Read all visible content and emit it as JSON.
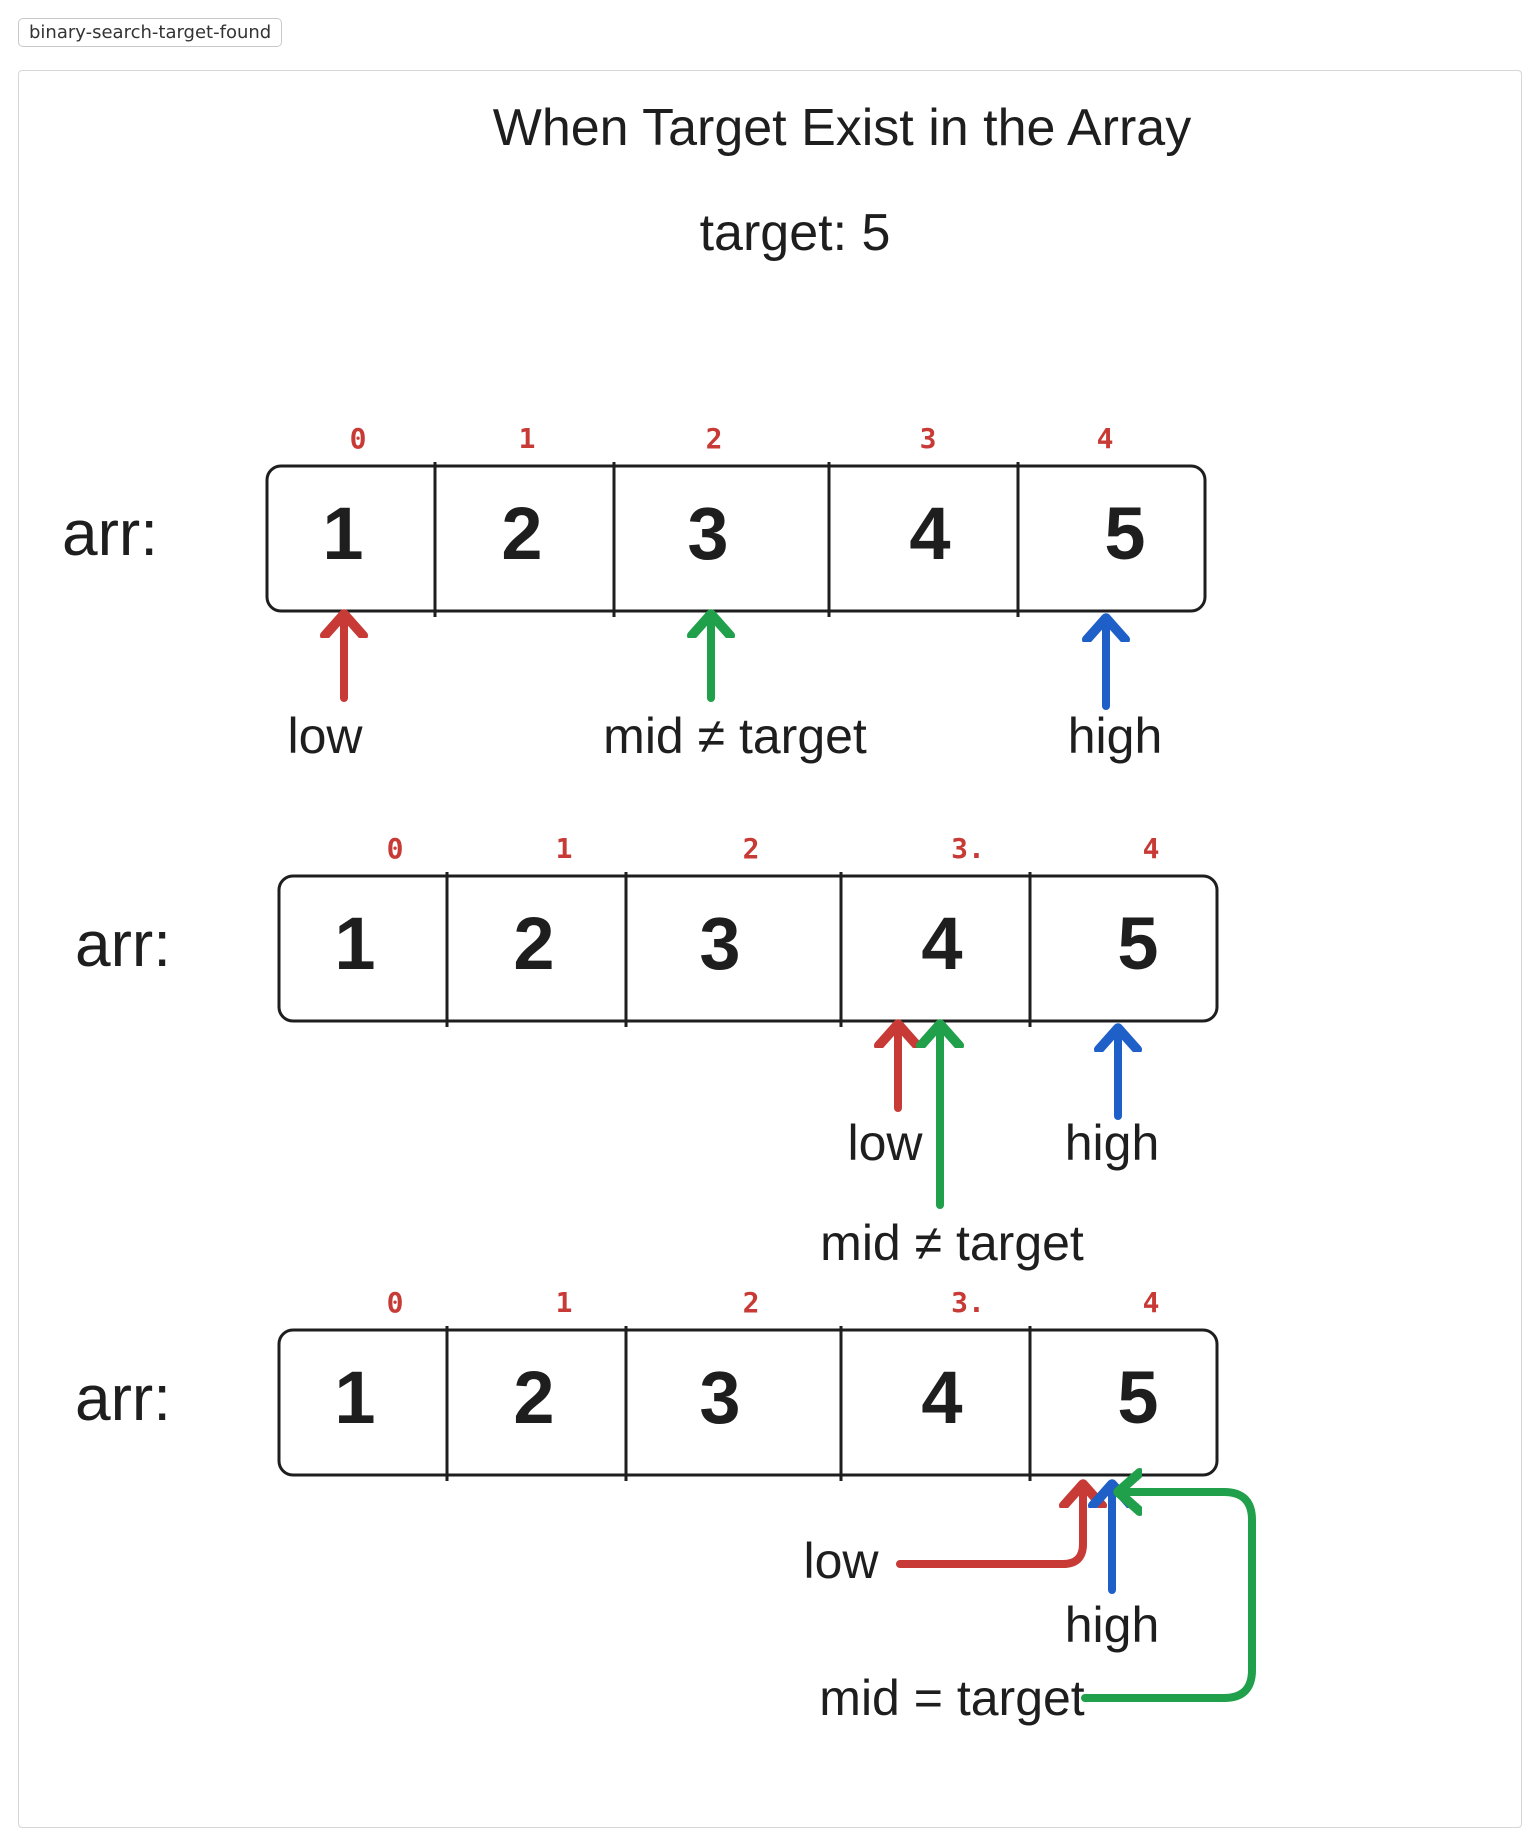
{
  "tab": {
    "label": "binary-search-target-found"
  },
  "title": "When Target Exist in the Array",
  "target_text": "target: 5",
  "colors": {
    "low": "#c73a35",
    "mid": "#20a04a",
    "high": "#1f5fc8",
    "index": "#c73a35",
    "ink": "#1e1e1e"
  },
  "rows": [
    {
      "arr_label": "arr:",
      "values": [
        "1",
        "2",
        "3",
        "4",
        "5"
      ],
      "indices": [
        "0",
        "1",
        "2",
        "3",
        "4"
      ],
      "labels": {
        "low": "low",
        "mid": "mid ≠ target",
        "high": "high"
      }
    },
    {
      "arr_label": "arr:",
      "values": [
        "1",
        "2",
        "3",
        "4",
        "5"
      ],
      "indices": [
        "0",
        "1",
        "2",
        "3.",
        "4"
      ],
      "labels": {
        "low": "low",
        "mid": "mid ≠ target",
        "high": "high"
      }
    },
    {
      "arr_label": "arr:",
      "values": [
        "1",
        "2",
        "3",
        "4",
        "5"
      ],
      "indices": [
        "0",
        "1",
        "2",
        "3.",
        "4"
      ],
      "labels": {
        "low": "low",
        "mid": "mid = target",
        "high": "high"
      }
    }
  ]
}
